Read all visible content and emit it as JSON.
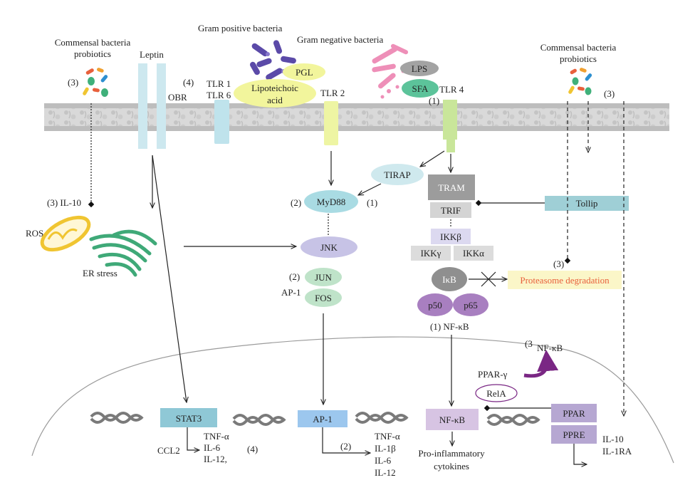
{
  "labels": {
    "commensal_left_1": "Commensal bacteria",
    "commensal_left_2": "probiotics",
    "commensal_right_1": "Commensal bacteria",
    "commensal_right_2": "probiotics",
    "leptin": "Leptin",
    "obr": "OBR",
    "gram_pos": "Gram positive bacteria",
    "gram_neg": "Gram negative bacteria",
    "pgl": "PGL",
    "lipo_1": "Lipoteichoic",
    "lipo_2": "acid",
    "tlr1": "TLR 1",
    "tlr6": "TLR 6",
    "tlr2": "TLR 2",
    "tlr4": "TLR 4",
    "lps": "LPS",
    "sfa": "SFA",
    "tirap": "TIRAP",
    "myd88": "MyD88",
    "tram": "TRAM",
    "trif": "TRIF",
    "tollip": "Tollip",
    "ikkb": "IKKβ",
    "ikkg": "IKKγ",
    "ikka": "IKKα",
    "ikb": "IκB",
    "proteasome": "Proteasome degradation",
    "p50": "p50",
    "p65": "p65",
    "nfkb_cyto": "(1) NF-κB",
    "nfkb_ppar": "NF-κB",
    "ppar_gamma": "PPAR-γ",
    "rela": "RelA",
    "il10_left": "(3) IL-10",
    "ros": "ROS",
    "er_stress": "ER stress",
    "jnk": "JNK",
    "jun": "JUN",
    "fos": "FOS",
    "ap1_left": "AP-1",
    "stat3": "STAT3",
    "ap1_nuc": "AP-1",
    "nfkb_nuc": "NF-κB",
    "ppar": "PPAR",
    "ppre": "PPRE",
    "ccl2": "CCL2",
    "stat3_tnfa": "TNF-α",
    "stat3_il6": "IL-6",
    "stat3_il12": "IL-12,",
    "ap1_tnfa": "TNF-α",
    "ap1_il1b": "IL-1β",
    "ap1_il6": "IL-6",
    "ap1_il12": "IL-12",
    "pro_infl_1": "Pro-inflammatory",
    "pro_infl_2": "cytokines",
    "il10_right": "IL-10",
    "il1ra": "IL-1RA",
    "n3_left": "(3)",
    "n4_top": "(4)",
    "n1_tlr4": "(1)",
    "n3_right": "(3)",
    "n2_myd": "(2)",
    "n1_myd": "(1)",
    "n3_prot": "(3)",
    "n2_jun": "(2)",
    "n3_ppar": "(3",
    "n4_nuc": "(4)",
    "n2_ap1": "(2)"
  },
  "colors": {
    "membrane": "#bdbdbd",
    "obr": "#cde8ef",
    "tlr16": "#bfe3ec",
    "tlr2": "#eef5a3",
    "tlr4": "#c9e69a",
    "lipo": "#f2f59c",
    "lps": "#a3a3a3",
    "sfa": "#5cc39a",
    "tirap": "#cfe9ee",
    "myd88": "#a9dbe3",
    "tram": "#9c9c9c",
    "trif": "#d4d4d4",
    "tollip": "#9fcfd6",
    "ikkb": "#dcd9f0",
    "ikk_ga": "#dcdcdc",
    "ikb": "#8f8f8f",
    "p5065": "#a87fc0",
    "proteasome_bg": "#fbf6c8",
    "proteasome_text": "#e8603c",
    "jnk": "#c7c3e6",
    "jun_fos": "#bfe3c9",
    "stat3": "#8fc8d6",
    "ap1_nuc": "#9cc7ee",
    "nfkb_nuc": "#d7c4e3",
    "ppar": "#b6a7d2",
    "ros": "#f0c531",
    "er": "#3fa978",
    "ppar_arrow": "#7a2784",
    "dna": "#7a7a7a"
  }
}
